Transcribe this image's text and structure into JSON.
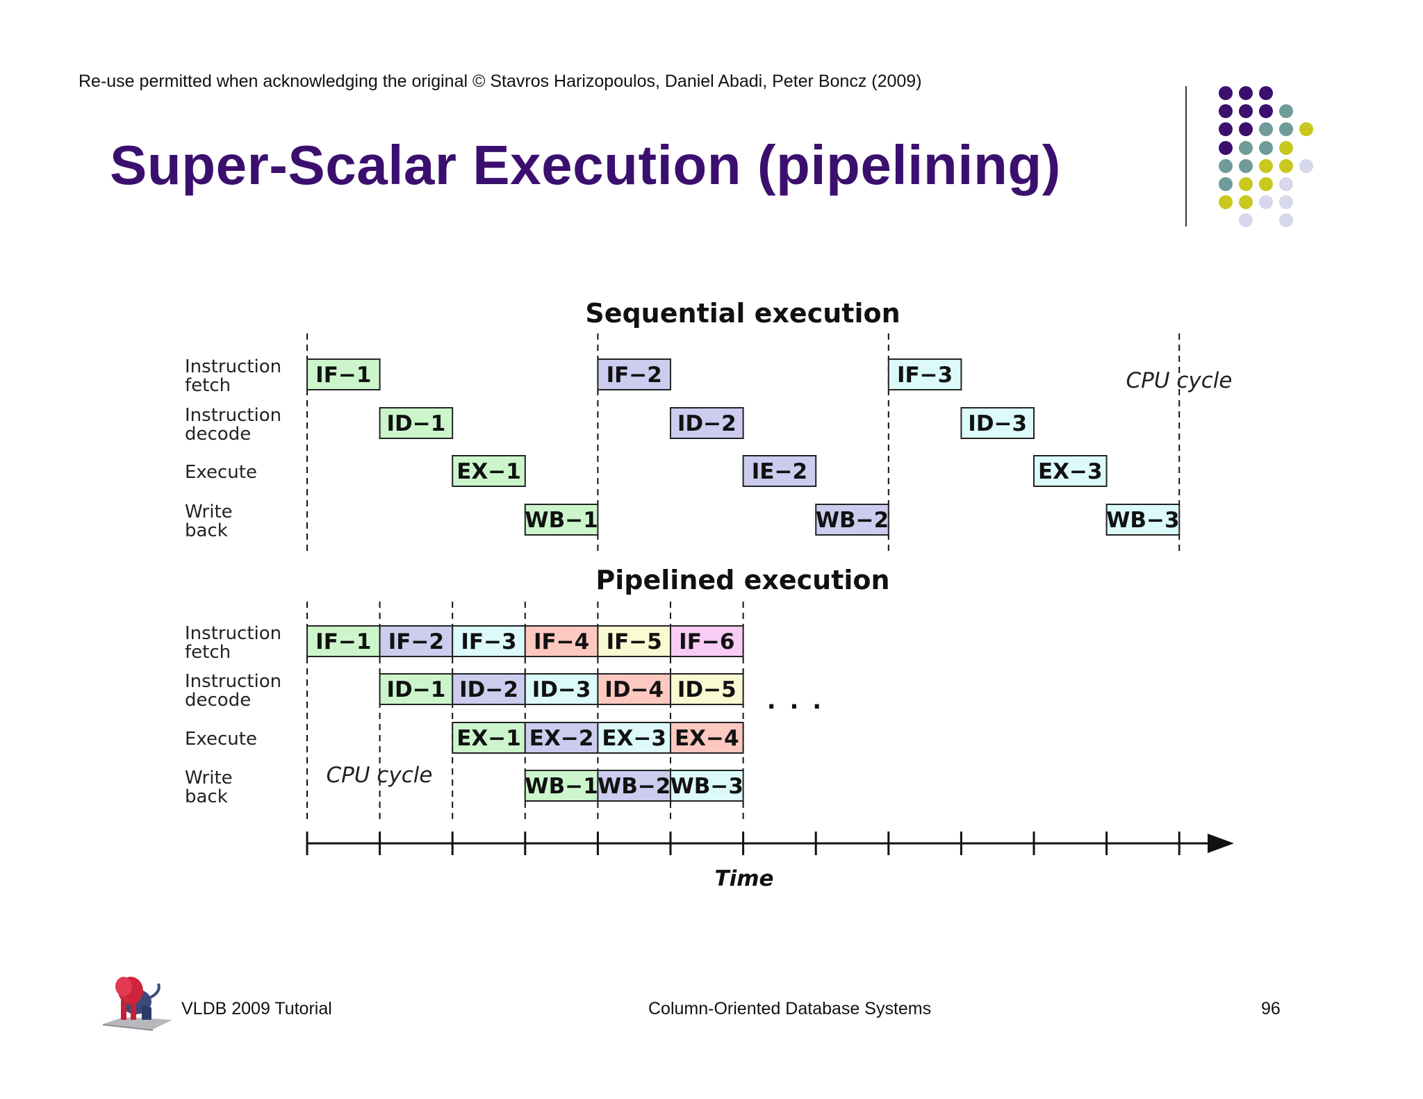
{
  "header": {
    "copyright": "Re-use permitted when acknowledging the original © Stavros Harizopoulos, Daniel Abadi, Peter Boncz (2009)",
    "title": "Super-Scalar Execution (pipelining)"
  },
  "decoration": {
    "dot_palette": {
      "purple": "#3b0f6e",
      "teal": "#6f9c9a",
      "olive": "#c8c81e",
      "lavender": "#d8d8ec"
    },
    "dot_rows": [
      [
        "purple",
        "purple",
        "purple",
        null,
        null
      ],
      [
        "purple",
        "purple",
        "purple",
        "teal",
        null
      ],
      [
        "purple",
        "purple",
        "teal",
        "teal",
        "olive"
      ],
      [
        "purple",
        "teal",
        "teal",
        "olive",
        null
      ],
      [
        "teal",
        "teal",
        "olive",
        "olive",
        "lavender"
      ],
      [
        "teal",
        "olive",
        "olive",
        "lavender",
        null
      ],
      [
        "olive",
        "olive",
        "lavender",
        "lavender",
        null
      ],
      [
        null,
        "lavender",
        null,
        "lavender",
        null
      ]
    ]
  },
  "diagram": {
    "stage_labels": [
      "Instruction fetch",
      "Instruction decode",
      "Execute",
      "Write back"
    ],
    "sequential": {
      "title": "Sequential execution",
      "cpu_cycle_label": "CPU cycle",
      "boxes": [
        {
          "label": "IF−1",
          "stage": 0,
          "slot": 0,
          "color": "#ccf5cc"
        },
        {
          "label": "ID−1",
          "stage": 1,
          "slot": 1,
          "color": "#ccf5cc"
        },
        {
          "label": "EX−1",
          "stage": 2,
          "slot": 2,
          "color": "#ccf5cc"
        },
        {
          "label": "WB−1",
          "stage": 3,
          "slot": 3,
          "color": "#ccf5cc"
        },
        {
          "label": "IF−2",
          "stage": 0,
          "slot": 4,
          "color": "#ccccef"
        },
        {
          "label": "ID−2",
          "stage": 1,
          "slot": 5,
          "color": "#ccccef"
        },
        {
          "label": "IE−2",
          "stage": 2,
          "slot": 6,
          "color": "#ccccef"
        },
        {
          "label": "WB−2",
          "stage": 3,
          "slot": 7,
          "color": "#ccccef"
        },
        {
          "label": "IF−3",
          "stage": 0,
          "slot": 8,
          "color": "#dcfafa"
        },
        {
          "label": "ID−3",
          "stage": 1,
          "slot": 9,
          "color": "#dcfafa"
        },
        {
          "label": "EX−3",
          "stage": 2,
          "slot": 10,
          "color": "#dcfafa"
        },
        {
          "label": "WB−3",
          "stage": 3,
          "slot": 11,
          "color": "#dcfafa"
        }
      ]
    },
    "pipelined": {
      "title": "Pipelined execution",
      "cpu_cycle_label": "CPU cycle",
      "ellipsis": ". . .",
      "boxes": [
        {
          "label": "IF−1",
          "stage": 0,
          "slot": 0,
          "color": "#ccf5cc"
        },
        {
          "label": "IF−2",
          "stage": 0,
          "slot": 1,
          "color": "#ccccef"
        },
        {
          "label": "IF−3",
          "stage": 0,
          "slot": 2,
          "color": "#dcfafa"
        },
        {
          "label": "IF−4",
          "stage": 0,
          "slot": 3,
          "color": "#fcc8c0"
        },
        {
          "label": "IF−5",
          "stage": 0,
          "slot": 4,
          "color": "#fafad2"
        },
        {
          "label": "IF−6",
          "stage": 0,
          "slot": 5,
          "color": "#f8ccf4"
        },
        {
          "label": "ID−1",
          "stage": 1,
          "slot": 1,
          "color": "#ccf5cc"
        },
        {
          "label": "ID−2",
          "stage": 1,
          "slot": 2,
          "color": "#ccccef"
        },
        {
          "label": "ID−3",
          "stage": 1,
          "slot": 3,
          "color": "#dcfafa"
        },
        {
          "label": "ID−4",
          "stage": 1,
          "slot": 4,
          "color": "#fcc8c0"
        },
        {
          "label": "ID−5",
          "stage": 1,
          "slot": 5,
          "color": "#fafad2"
        },
        {
          "label": "EX−1",
          "stage": 2,
          "slot": 2,
          "color": "#ccf5cc"
        },
        {
          "label": "EX−2",
          "stage": 2,
          "slot": 3,
          "color": "#ccccef"
        },
        {
          "label": "EX−3",
          "stage": 2,
          "slot": 4,
          "color": "#dcfafa"
        },
        {
          "label": "EX−4",
          "stage": 2,
          "slot": 5,
          "color": "#fcc8c0"
        },
        {
          "label": "WB−1",
          "stage": 3,
          "slot": 3,
          "color": "#ccf5cc"
        },
        {
          "label": "WB−2",
          "stage": 3,
          "slot": 4,
          "color": "#ccccef"
        },
        {
          "label": "WB−3",
          "stage": 3,
          "slot": 5,
          "color": "#dcfafa"
        }
      ]
    },
    "time_axis": {
      "label": "Time",
      "tick_count": 13
    }
  },
  "footer": {
    "left": "VLDB 2009 Tutorial",
    "center": "Column-Oriented Database Systems",
    "page_number": "96"
  }
}
